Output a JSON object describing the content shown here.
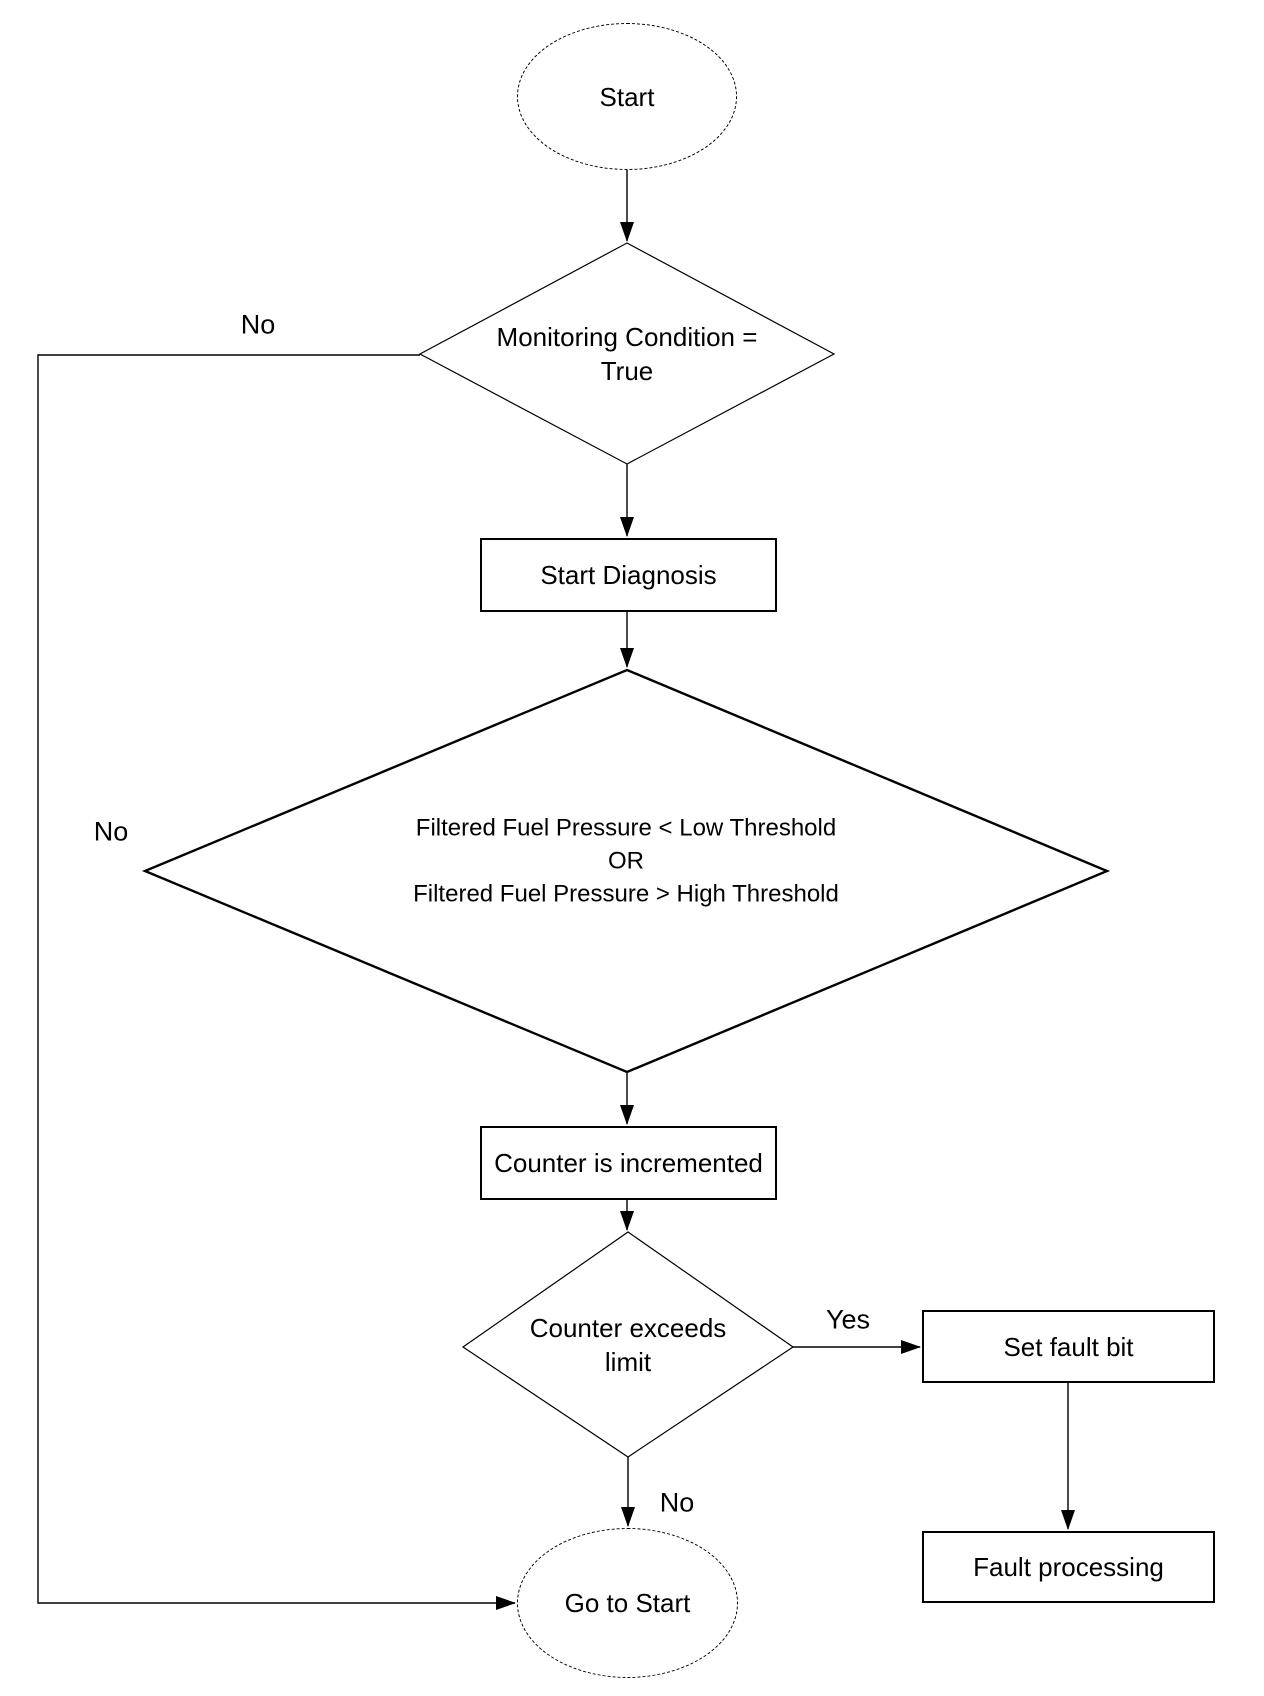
{
  "diagram": {
    "title_hint": "Fuel pressure monitoring diagnosis flowchart",
    "colors": {
      "stroke": "#000000",
      "background": "#ffffff"
    },
    "nodes": {
      "start": {
        "label": "Start",
        "type": "terminator"
      },
      "monitoring": {
        "label": "Monitoring Condition =\nTrue",
        "type": "decision"
      },
      "start_diagnosis": {
        "label": "Start Diagnosis",
        "type": "process"
      },
      "pressure_check": {
        "label": "Filtered Fuel Pressure < Low Threshold\nOR\nFiltered Fuel Pressure > High Threshold",
        "type": "decision"
      },
      "counter_incremented": {
        "label": "Counter is incremented",
        "type": "process"
      },
      "counter_exceeds": {
        "label": "Counter exceeds\nlimit",
        "type": "decision"
      },
      "set_fault_bit": {
        "label": "Set fault bit",
        "type": "process"
      },
      "fault_processing": {
        "label": "Fault processing",
        "type": "process"
      },
      "go_to_start": {
        "label": "Go to Start",
        "type": "terminator"
      }
    },
    "edge_labels": {
      "monitoring_no": "No",
      "pressure_no": "No",
      "counter_yes": "Yes",
      "counter_no": "No"
    }
  }
}
